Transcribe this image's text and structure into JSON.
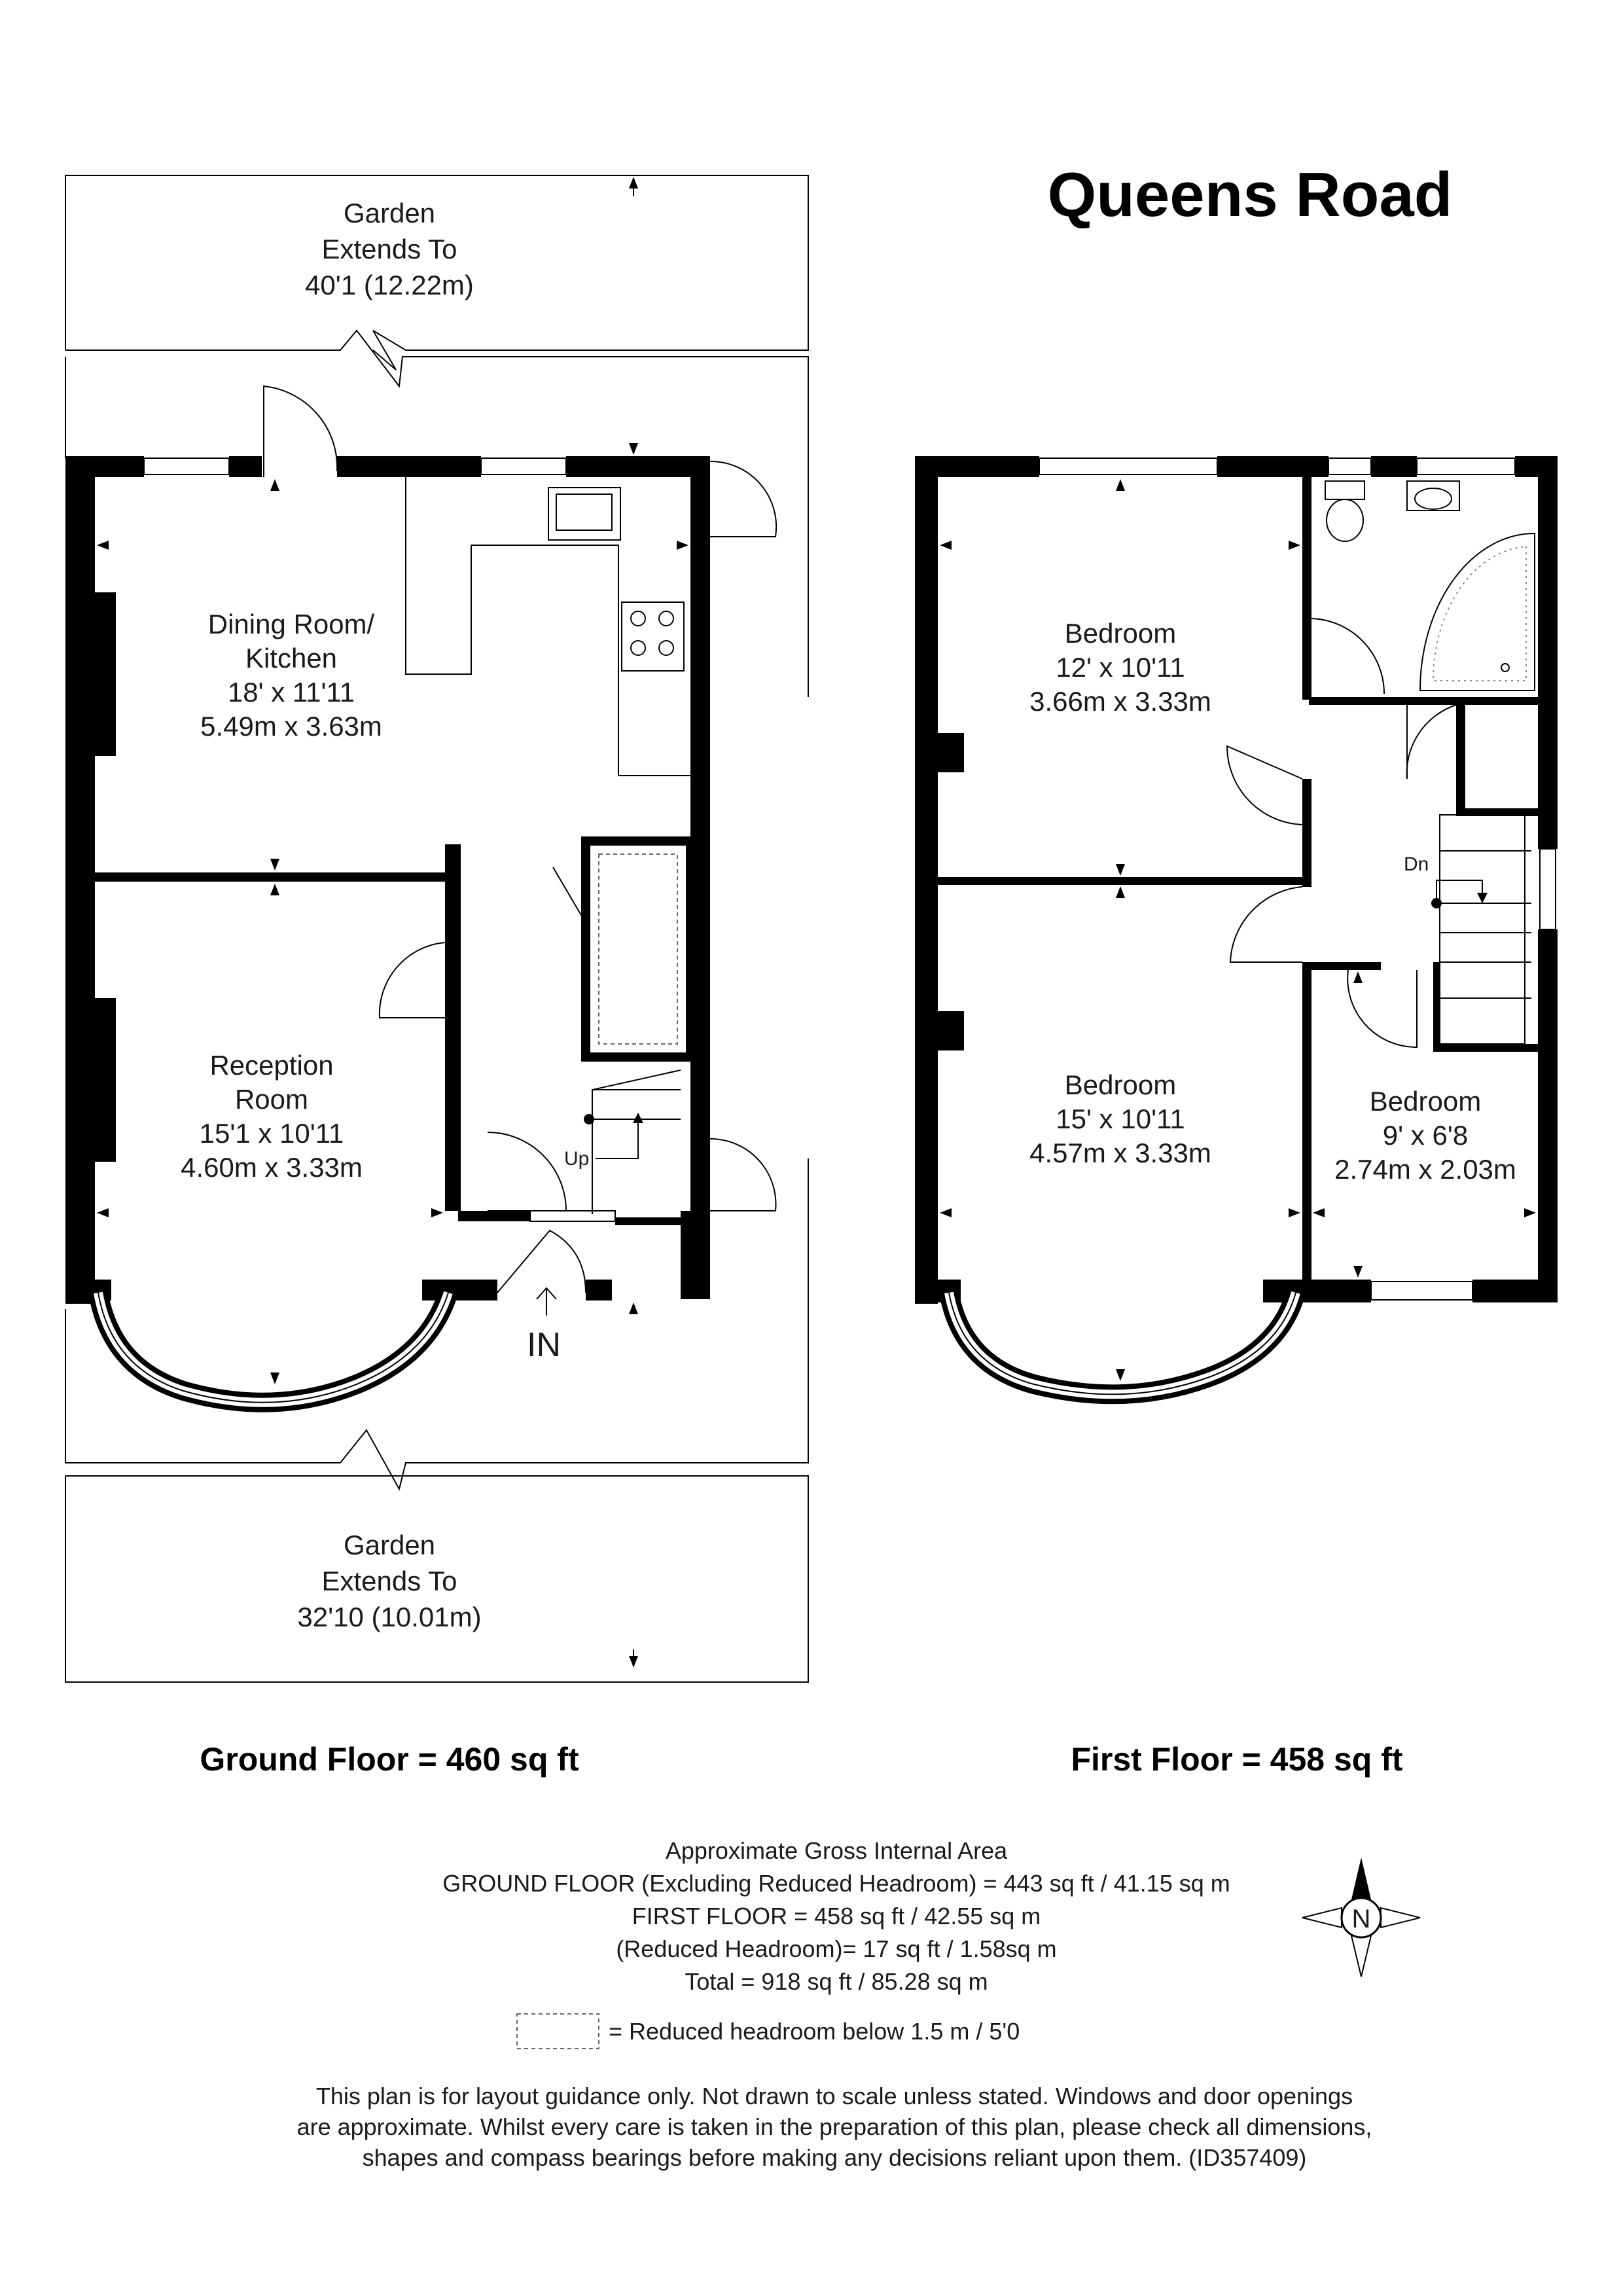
{
  "title": "Queens Road",
  "rear_garden": {
    "line1": "Garden",
    "line2": "Extends To",
    "line3": "40'1 (12.22m)"
  },
  "front_garden": {
    "line1": "Garden",
    "line2": "Extends To",
    "line3": "32'10 (10.01m)"
  },
  "ground_floor": {
    "dining": {
      "name1": "Dining Room/",
      "name2": "Kitchen",
      "imperial": "18' x 11'11",
      "metric": "5.49m x 3.63m"
    },
    "reception": {
      "name1": "Reception",
      "name2": "Room",
      "imperial": "15'1 x 10'11",
      "metric": "4.60m x 3.33m"
    },
    "stairs_label": "Up",
    "entrance_label": "IN",
    "area_label": "Ground Floor = 460 sq ft"
  },
  "first_floor": {
    "bedroom_rear": {
      "name": "Bedroom",
      "imperial": "12' x 10'11",
      "metric": "3.66m x 3.33m"
    },
    "bedroom_front": {
      "name": "Bedroom",
      "imperial": "15' x 10'11",
      "metric": "4.57m x 3.33m"
    },
    "bedroom_small": {
      "name": "Bedroom",
      "imperial": "9' x 6'8",
      "metric": "2.74m x 2.03m"
    },
    "stairs_label": "Dn",
    "area_label": "First Floor = 458 sq ft"
  },
  "areas": {
    "heading": "Approximate Gross Internal Area",
    "ground": "GROUND FLOOR (Excluding Reduced Headroom) = 443 sq ft / 41.15 sq m",
    "first": "FIRST FLOOR = 458 sq ft / 42.55 sq m",
    "reduced": "(Reduced Headroom)= 17 sq ft / 1.58sq m",
    "total": "Total = 918 sq ft / 85.28 sq m"
  },
  "legend": {
    "text": "=  Reduced headroom below 1.5 m / 5'0"
  },
  "compass": {
    "letter": "N"
  },
  "disclaimer": {
    "line1": "This plan is for layout guidance only. Not drawn to scale unless stated. Windows and door openings",
    "line2": "are approximate. Whilst every care is taken in the preparation of this plan, please check all dimensions,",
    "line3": "shapes and compass bearings before making any decisions reliant upon them. (ID357409)"
  }
}
